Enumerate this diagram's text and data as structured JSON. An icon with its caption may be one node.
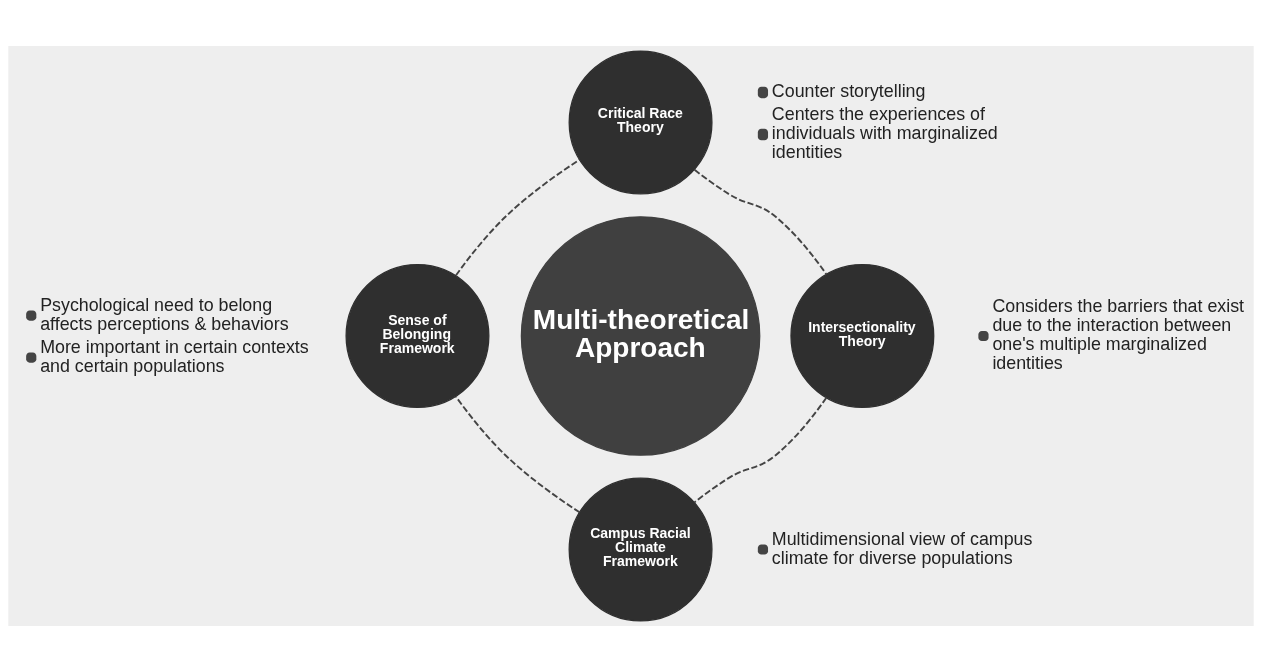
{
  "diagram": {
    "nodes": [
      {
        "text": [
          "Critical Race Theory"
        ],
        "beside": [
          "Counter storytelling",
          "Centers the experiences of individuals with marginalized identities"
        ]
      },
      {
        "text": [
          "Sense of Belonging Framework"
        ],
        "beside": [
          "Psychological need to belong affects perceptions & behaviors",
          "More important in certain contexts and certain populations"
        ]
      },
      {
        "text": [
          "Multi-theoretical Approach"
        ]
      },
      {
        "text": [
          "Intersectionality Theory"
        ],
        "beside": [
          "Considers the barriers that exist due to the interaction between one's multiple marginalized identities"
        ]
      },
      {
        "text": [
          "Campus Racial Climate Framework"
        ],
        "beside": [
          "Multidimensional view of campus climate for diverse populations"
        ]
      }
    ],
    "edges": [
      {
        "from": 0,
        "to": 3,
        "arrow": "none",
        "style": "dashed"
      },
      {
        "from": 3,
        "to": 4,
        "arrow": "none",
        "style": "dashed"
      },
      {
        "from": 4,
        "to": 1,
        "arrow": "none",
        "style": "dashed"
      },
      {
        "from": 1,
        "to": 0,
        "arrow": "none",
        "style": "dashed"
      }
    ]
  }
}
